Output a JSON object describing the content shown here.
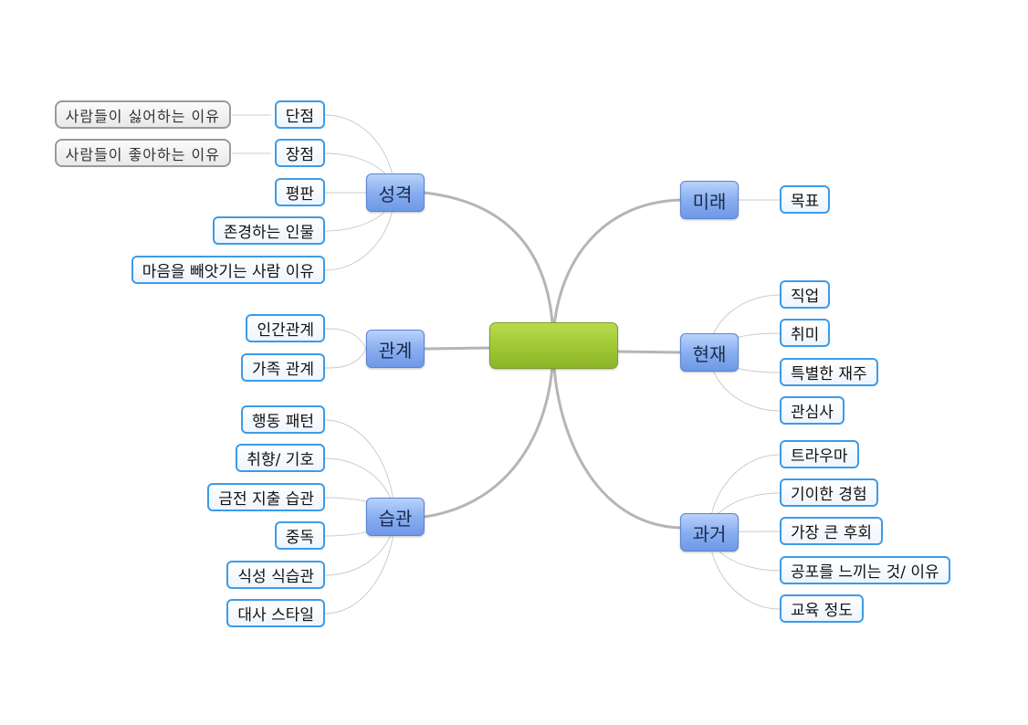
{
  "center": {
    "label": ""
  },
  "branches": {
    "personality": {
      "label": "성격",
      "items": [
        "단점",
        "장점",
        "평판",
        "존경하는 인물",
        "마음을 빼앗기는 사람 이유"
      ],
      "notes": [
        "사람들이 싫어하는 이유",
        "사람들이 좋아하는 이유"
      ]
    },
    "relationships": {
      "label": "관계",
      "items": [
        "인간관계",
        "가족 관계"
      ]
    },
    "habits": {
      "label": "습관",
      "items": [
        "행동 패턴",
        "취향/ 기호",
        "금전 지출 습관",
        "중독",
        "식성 식습관",
        "대사 스타일"
      ]
    },
    "future": {
      "label": "미래",
      "items": [
        "목표"
      ]
    },
    "present": {
      "label": "현재",
      "items": [
        "직업",
        "취미",
        "특별한 재주",
        "관심사"
      ]
    },
    "past": {
      "label": "과거",
      "items": [
        "트라우마",
        "기이한 경험",
        "가장 큰 후회",
        "공포를 느끼는 것/ 이유",
        "교육 정도"
      ]
    }
  }
}
